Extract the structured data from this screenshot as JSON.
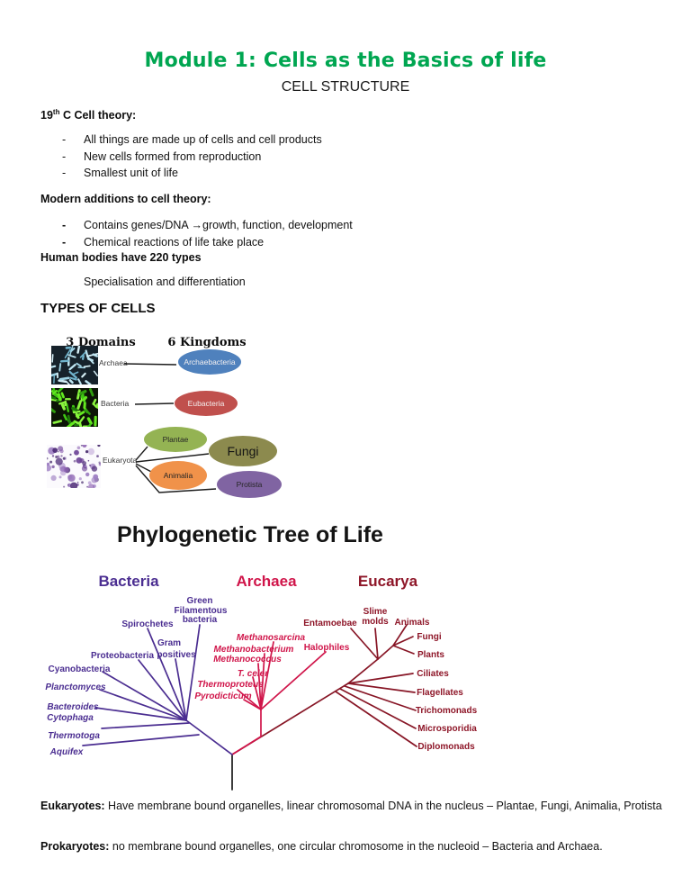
{
  "page": {
    "title": "Module 1: Cells as the Basics of life",
    "title_color": "#00a651",
    "subtitle": "CELL STRUCTURE"
  },
  "sections": {
    "cell_theory": {
      "heading_num": "19",
      "heading_sup": "th",
      "heading_rest": " C Cell theory:",
      "bullet_char": "-",
      "bullets": [
        "All things are made up of cells and cell products",
        "New cells formed from reproduction",
        "Smallest unit of life"
      ]
    },
    "modern_additions": {
      "heading": "Modern additions to cell theory:",
      "bullet_char": "-",
      "bullets": [
        "Contains genes/DNA →growth, function, development",
        "Chemical reactions of life take place"
      ]
    },
    "human_bodies": {
      "heading": "Human bodies have 220 types",
      "note": "Specialisation and differentiation"
    },
    "types_of_cells_heading": "TYPES OF CELLS"
  },
  "domains_diagram": {
    "left_header": "3 Domains",
    "right_header": "6 Kingdoms",
    "rows": [
      {
        "domain": "Archaea",
        "kingdom": "Archaebacteria",
        "image": "archaea-micrograph"
      },
      {
        "domain": "Bacteria",
        "kingdom": "Eubacteria",
        "image": "bacteria-micrograph"
      },
      {
        "domain": "Eukaryota",
        "image": "eukaryote-micrograph"
      }
    ],
    "eukaryote_kingdoms": [
      "Plantae",
      "Fungi",
      "Animalia",
      "Protista"
    ],
    "colors": {
      "archaebacteria": "#4f81bd",
      "eubacteria": "#c0504d",
      "plantae": "#94b353",
      "fungi": "#8c8a4e",
      "animalia": "#f0924a",
      "protista": "#8064a2"
    }
  },
  "phylo_tree": {
    "title": "Phylogenetic Tree of Life",
    "colors": {
      "bacteria": "#4b2e91",
      "archaea": "#d0154a",
      "eucarya": "#871525",
      "root": "#1a1a1a"
    },
    "domain_headers": [
      {
        "label": "Bacteria",
        "color": "#4b2e91"
      },
      {
        "label": "Archaea",
        "color": "#d0154a"
      },
      {
        "label": "Eucarya",
        "color": "#8e1628"
      }
    ],
    "bacteria_taxa": [
      {
        "name": "Green Filamentous bacteria",
        "lines": [
          "Green",
          "Filamentous",
          "bacteria"
        ]
      },
      {
        "name": "Spirochetes",
        "lines": [
          "Spirochetes"
        ]
      },
      {
        "name": "Gram positives",
        "lines": [
          "Gram",
          "positives"
        ]
      },
      {
        "name": "Proteobacteria",
        "lines": [
          "Proteobacteria"
        ]
      },
      {
        "name": "Cyanobacteria",
        "lines": [
          "Cyanobacteria"
        ]
      },
      {
        "name": "Planctomyces",
        "lines": [
          "Planctomyces"
        ],
        "italic": true
      },
      {
        "name": "Bacteroides Cytophaga",
        "lines": [
          "Bacteroides",
          "Cytophaga"
        ],
        "italic": true
      },
      {
        "name": "Thermotoga",
        "lines": [
          "Thermotoga"
        ],
        "italic": true
      },
      {
        "name": "Aquifex",
        "lines": [
          "Aquifex"
        ],
        "italic": true
      }
    ],
    "archaea_taxa": [
      {
        "name": "Methanosarcina",
        "lines": [
          "Methanosarcina"
        ],
        "italic": true
      },
      {
        "name": "Methanobacterium",
        "lines": [
          "Methanobacterium"
        ],
        "italic": true
      },
      {
        "name": "Methanococcus",
        "lines": [
          "Methanococcus"
        ],
        "italic": true
      },
      {
        "name": "T. celer",
        "lines": [
          "T. celer"
        ],
        "italic": true
      },
      {
        "name": "Thermoproteus",
        "lines": [
          "Thermoproteus"
        ],
        "italic": true
      },
      {
        "name": "Pyrodicticum",
        "lines": [
          "Pyrodicticum"
        ],
        "italic": true
      },
      {
        "name": "Halophiles",
        "lines": [
          "Halophiles"
        ]
      }
    ],
    "eucarya_taxa": [
      {
        "name": "Entamoebae",
        "lines": [
          "Entamoebae"
        ]
      },
      {
        "name": "Slime molds",
        "lines": [
          "Slime",
          "molds"
        ]
      },
      {
        "name": "Animals",
        "lines": [
          "Animals"
        ]
      },
      {
        "name": "Fungi",
        "lines": [
          "Fungi"
        ]
      },
      {
        "name": "Plants",
        "lines": [
          "Plants"
        ]
      },
      {
        "name": "Ciliates",
        "lines": [
          "Ciliates"
        ]
      },
      {
        "name": "Flagellates",
        "lines": [
          "Flagellates"
        ]
      },
      {
        "name": "Trichomonads",
        "lines": [
          "Trichomonads"
        ]
      },
      {
        "name": "Microsporidia",
        "lines": [
          "Microsporidia"
        ]
      },
      {
        "name": "Diplomonads",
        "lines": [
          "Diplomonads"
        ]
      }
    ]
  },
  "footer": {
    "eukaryotes_lead": "Eukaryotes:",
    "eukaryotes_text": " Have membrane bound organelles, linear chromosomal DNA in the nucleus – Plantae, Fungi, Animalia, Protista",
    "prokaryotes_lead": "Prokaryotes:",
    "prokaryotes_text": " no membrane bound organelles, one circular chromosome in the nucleoid – Bacteria and Archaea."
  }
}
